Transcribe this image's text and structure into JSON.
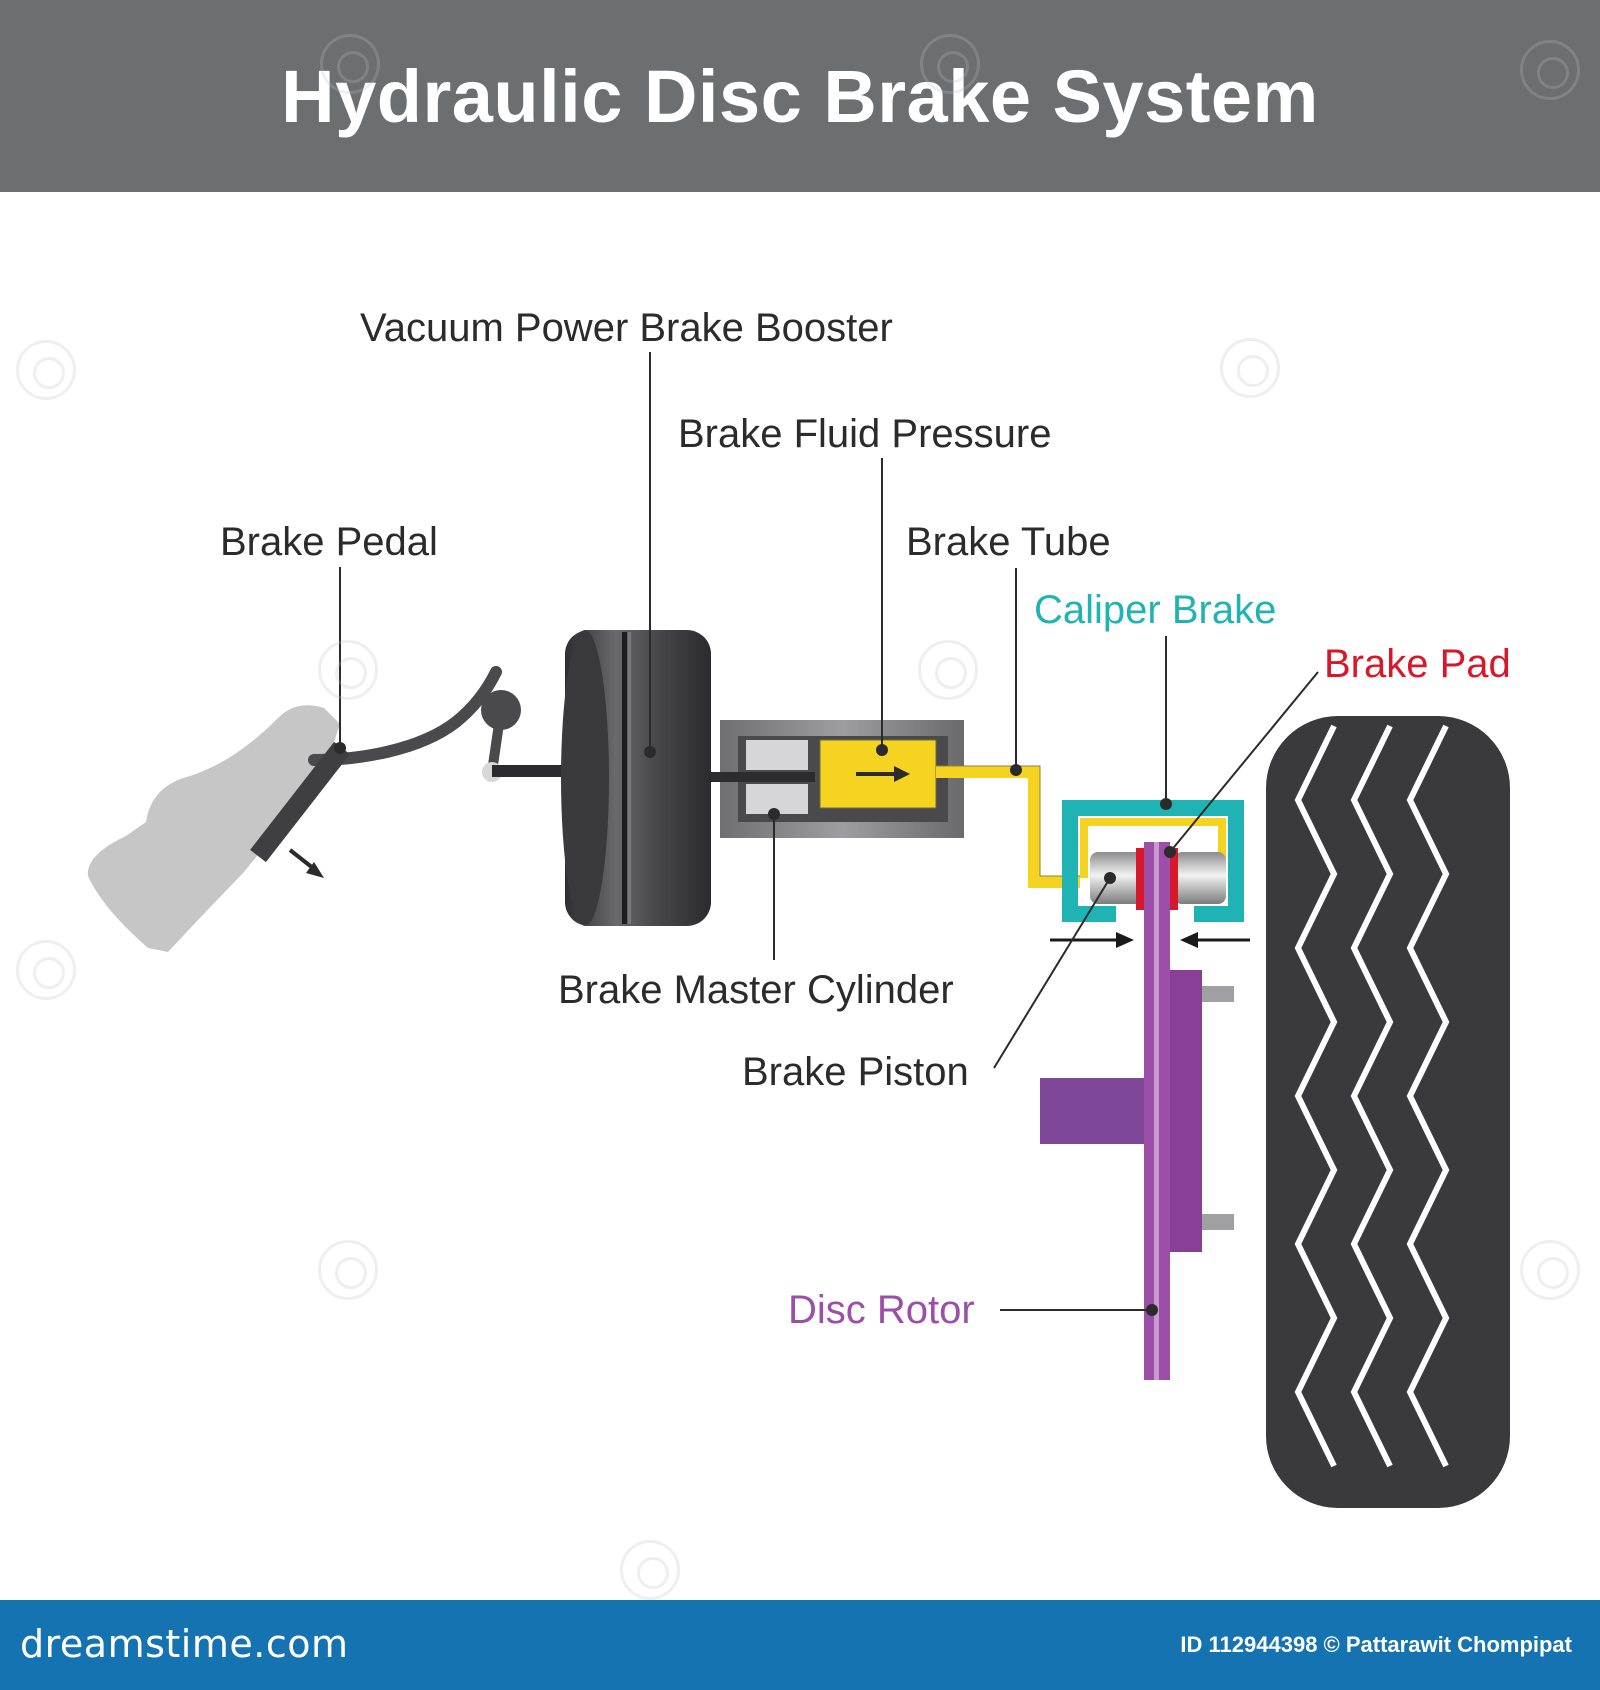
{
  "title": "Hydraulic Disc Brake System",
  "labels": {
    "booster": "Vacuum Power Brake Booster",
    "fluid_pressure": "Brake Fluid Pressure",
    "pedal": "Brake Pedal",
    "tube": "Brake Tube",
    "caliper": "Caliper Brake",
    "pad": "Brake Pad",
    "master_cylinder": "Brake Master Cylinder",
    "piston": "Brake Piston",
    "rotor": "Disc Rotor"
  },
  "colors": {
    "header_bg": "#6d6e70",
    "footer_bg": "#1573b2",
    "caliper": "#1fb3b4",
    "pad": "#d7182a",
    "rotor": "#9b4fa8",
    "fluid": "#f5d421",
    "tire": "#3a3a3c",
    "shoe": "#c4c4c4"
  },
  "footer": {
    "site": "dreamstime.com",
    "credit": "ID 112944398 © Pattarawit Chompipat"
  }
}
